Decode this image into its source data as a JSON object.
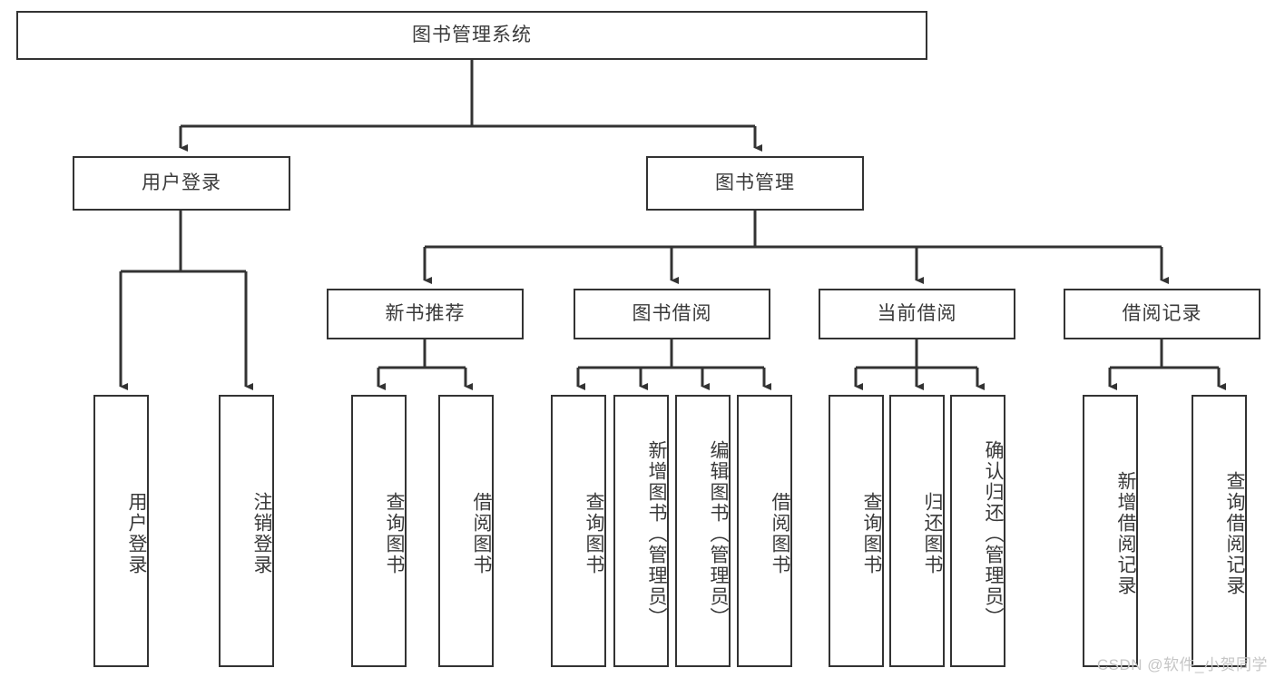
{
  "diagram": {
    "type": "tree",
    "title": "图书管理系统",
    "colors": {
      "background": "#ffffff",
      "node_border": "#333333",
      "node_fill": "#ffffff",
      "edge": "#333333",
      "text": "#3a3a3a",
      "watermark": "#c6c6c6"
    },
    "nodes": {
      "root": "图书管理系统",
      "level2": [
        "用户登录",
        "图书管理"
      ],
      "level3": [
        "新书推荐",
        "图书借阅",
        "当前借阅",
        "借阅记录"
      ],
      "leaves_user_login": [
        "用户登录",
        "注销登录"
      ],
      "leaves_new_book": [
        "查询图书",
        "借阅图书"
      ],
      "leaves_borrow": [
        "查询图书",
        "新增图书（管理员）",
        "编辑图书（管理员）",
        "借阅图书"
      ],
      "leaves_current": [
        "查询图书",
        "归还图书",
        "确认归还（管理员）"
      ],
      "leaves_record": [
        "新增借阅记录",
        "查询借阅记录"
      ]
    },
    "edges": [
      {
        "from": "图书管理系统",
        "to": "用户登录"
      },
      {
        "from": "图书管理系统",
        "to": "图书管理"
      },
      {
        "from": "图书管理",
        "to": "新书推荐"
      },
      {
        "from": "图书管理",
        "to": "图书借阅"
      },
      {
        "from": "图书管理",
        "to": "当前借阅"
      },
      {
        "from": "图书管理",
        "to": "借阅记录"
      },
      {
        "from": "用户登录",
        "to": "用户登录"
      },
      {
        "from": "用户登录",
        "to": "注销登录"
      },
      {
        "from": "新书推荐",
        "to": "查询图书"
      },
      {
        "from": "新书推荐",
        "to": "借阅图书"
      },
      {
        "from": "图书借阅",
        "to": "查询图书"
      },
      {
        "from": "图书借阅",
        "to": "新增图书（管理员）"
      },
      {
        "from": "图书借阅",
        "to": "编辑图书（管理员）"
      },
      {
        "from": "图书借阅",
        "to": "借阅图书"
      },
      {
        "from": "当前借阅",
        "to": "查询图书"
      },
      {
        "from": "当前借阅",
        "to": "归还图书"
      },
      {
        "from": "当前借阅",
        "to": "确认归还（管理员）"
      },
      {
        "from": "借阅记录",
        "to": "新增借阅记录"
      },
      {
        "from": "借阅记录",
        "to": "查询借阅记录"
      }
    ]
  },
  "watermark": {
    "text": "CSDN @软件_小贺同学"
  }
}
